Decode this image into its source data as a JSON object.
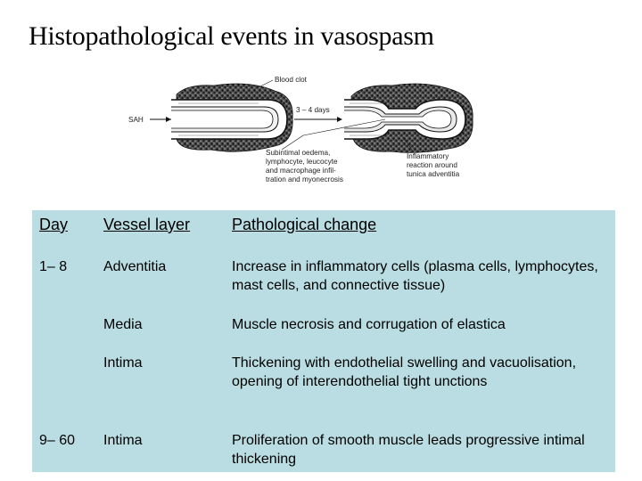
{
  "title": "Histopathological events in vasospasm",
  "figure": {
    "labels": {
      "sah": "SAH",
      "blood_clot": "Blood clot",
      "days": "3 – 4 days",
      "subintimal": [
        "Subintimal oedema,",
        "lymphocyte, leucocyte",
        "and macrophage infil-",
        "tration and myonecrosis"
      ],
      "inflammatory": [
        "Inflammatory",
        "reaction around",
        "tunica adventitia"
      ]
    }
  },
  "table": {
    "headers": {
      "day": "Day",
      "layer": "Vessel layer",
      "change": "Pathological change"
    },
    "rows": [
      {
        "day": "1– 8",
        "layer": "Adventitia",
        "change": "Increase in inflammatory cells (plasma cells, lymphocytes,  mast cells, and connective tissue)"
      },
      {
        "day": "",
        "layer": "Media",
        "change": "Muscle necrosis and corrugation of elastica"
      },
      {
        "day": "",
        "layer": "Intima",
        "change": "Thickening with endothelial swelling and vacuolisation, opening of interendothelial tight unctions"
      },
      {
        "day": "9– 60",
        "layer": "Intima",
        "change": "Proliferation of smooth muscle leads progressive intimal thickening"
      }
    ]
  }
}
